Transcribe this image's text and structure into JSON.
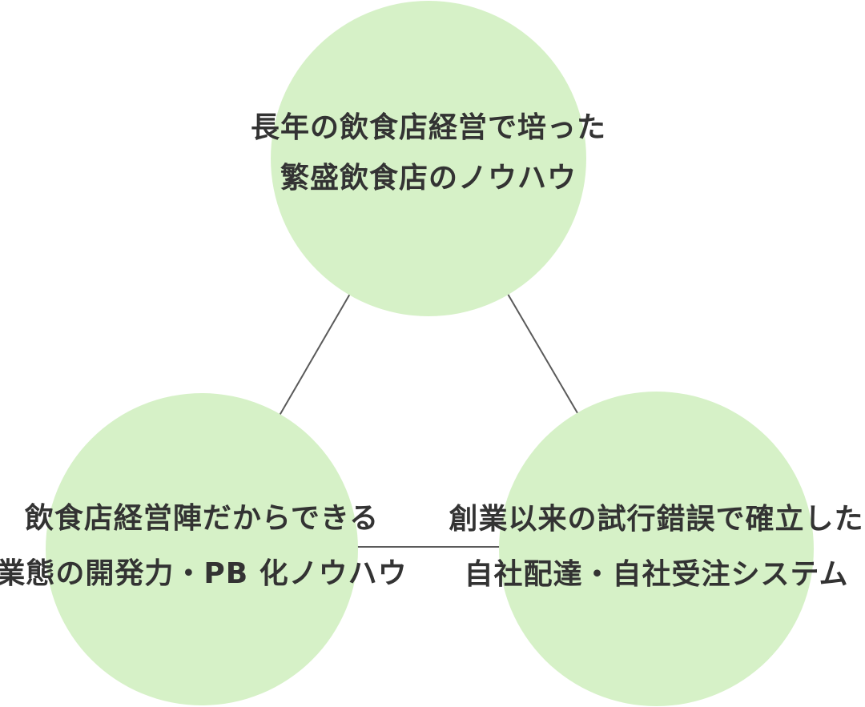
{
  "diagram": {
    "type": "three-circle-triangle",
    "colors": {
      "background": "#ffffff",
      "circle_fill": "#d6f1c7",
      "connector": "#5a5a5a",
      "text": "#333333"
    },
    "nodes": [
      {
        "position": "top",
        "line1": "長年の飲食店経営で培った",
        "line2": "繁盛飲食店のノウハウ"
      },
      {
        "position": "bottom-left",
        "line1": "飲食店経営陣だからできる",
        "line2": "業態の開発力・PB 化ノウハウ"
      },
      {
        "position": "bottom-right",
        "line1": "創業以来の試行錯誤で確立した",
        "line2": "自社配達・自社受注システム"
      }
    ],
    "connections": [
      [
        "top",
        "bottom-left"
      ],
      [
        "top",
        "bottom-right"
      ],
      [
        "bottom-left",
        "bottom-right"
      ]
    ]
  }
}
